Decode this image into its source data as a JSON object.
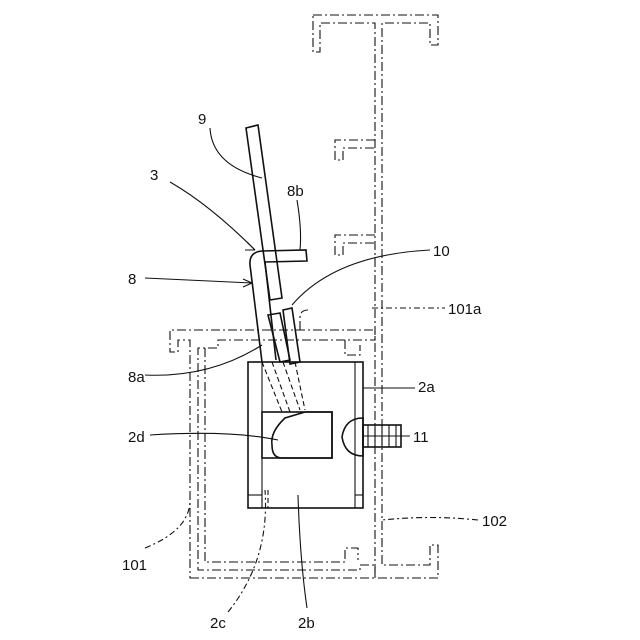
{
  "labels": {
    "l9": "9",
    "l3": "3",
    "l8b": "8b",
    "l10": "10",
    "l8": "8",
    "l101a": "101a",
    "l8a": "8a",
    "l2a": "2a",
    "l2d": "2d",
    "l11": "11",
    "l102": "102",
    "l101": "101",
    "l2c": "2c",
    "l2b": "2b"
  }
}
